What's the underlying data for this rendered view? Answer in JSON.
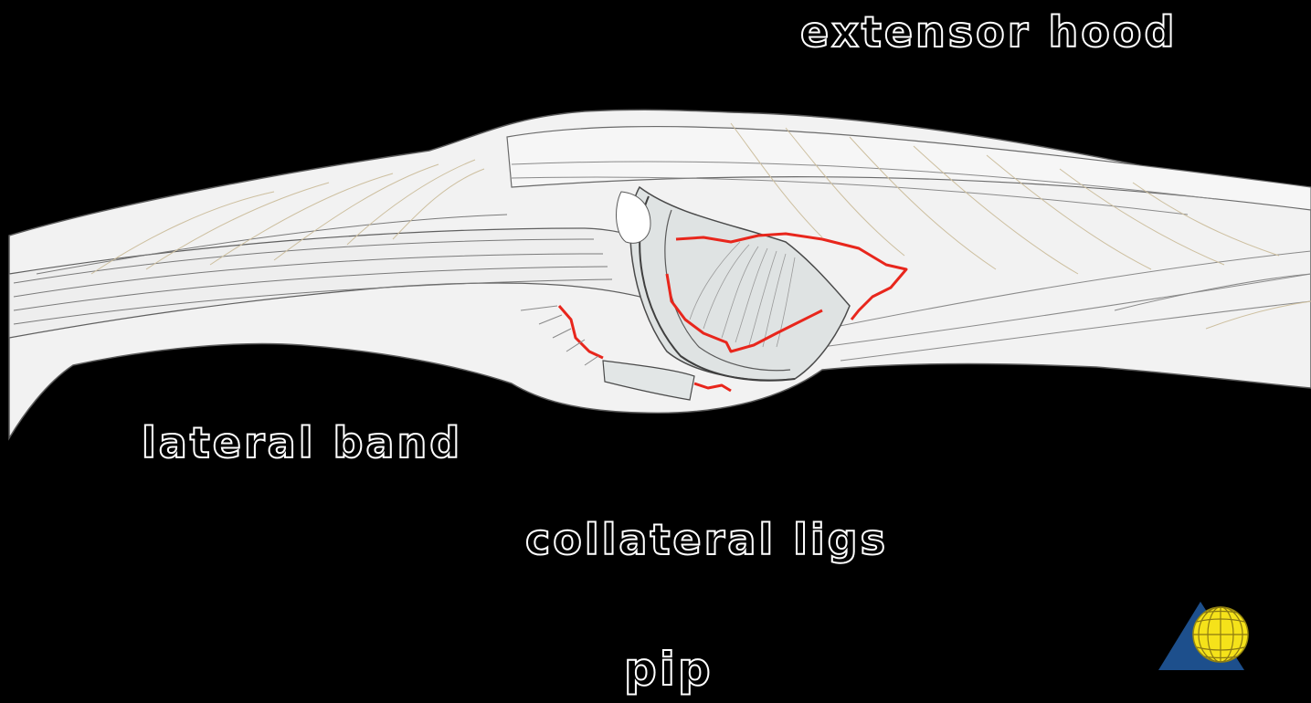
{
  "labels": {
    "extensor_hood": "extensor hood",
    "lateral_band": "lateral band",
    "collateral_ligs": "collateral ligs",
    "pip": "pip"
  },
  "colors": {
    "background": "#000000",
    "tissue": "#f2f2f2",
    "tissue_shadow": "#d9dcdc",
    "outline": "#4a4a4a",
    "fiber": "#c9b99a",
    "torn_ligament": "#e8261c",
    "logo_triangle": "#1d4f8c",
    "logo_globe": "#f5e21a"
  },
  "icons": {
    "logo": "globe-triangle-logo"
  }
}
